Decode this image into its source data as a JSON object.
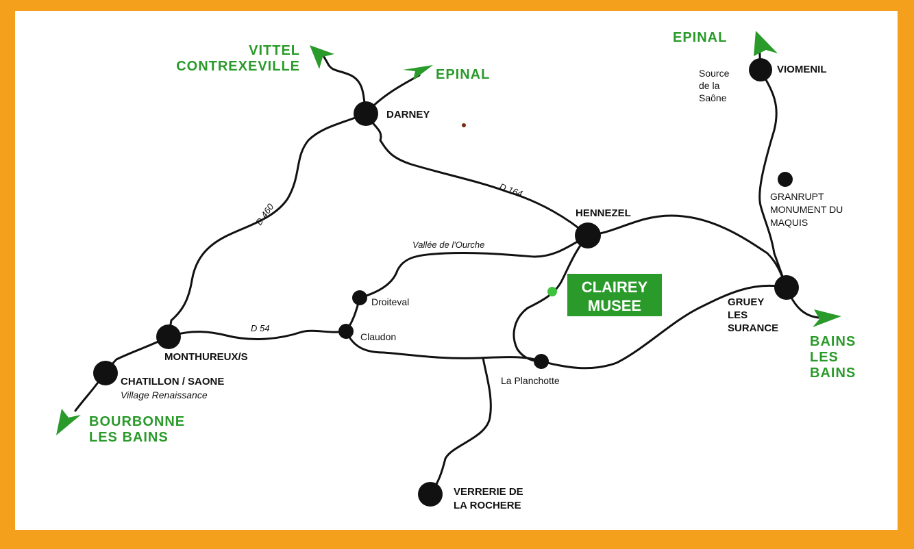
{
  "map": {
    "destinations": {
      "vittel": [
        "VITTEL",
        "CONTREXEVILLE"
      ],
      "epinal_center": "EPINAL",
      "epinal_right": "EPINAL",
      "bains": [
        "BAINS",
        "LES",
        "BAINS"
      ],
      "bourbonne": [
        "BOURBONNE",
        "LES BAINS"
      ]
    },
    "towns": {
      "darney": "DARNEY",
      "hennezel": "HENNEZEL",
      "viomenil": "VIOMENIL",
      "source": [
        "Source",
        "de la",
        "Saône"
      ],
      "granrupt": [
        "GRANRUPT",
        "MONUMENT DU",
        "MAQUIS"
      ],
      "gruey": [
        "GRUEY",
        "LES",
        "SURANCE"
      ],
      "monthureux": "MONTHUREUX/S",
      "chatillon": "CHATILLON / SAONE",
      "chatillon_sub": "Village Renaissance",
      "droiteval": "Droiteval",
      "claudon": "Claudon",
      "planchotte": "La Planchotte",
      "verrerie": [
        "VERRERIE DE",
        "LA ROCHERE"
      ]
    },
    "museum": [
      "CLAIREY",
      "MUSEE"
    ],
    "roads": {
      "d460": "D 460",
      "d164": "D 164",
      "d54": "D 54",
      "vallee": "Vallée de l'Ourche"
    },
    "colors": {
      "frame": "#f5a01c",
      "background": "#ffffff",
      "green": "#2a9a2a",
      "road": "#111111"
    }
  }
}
